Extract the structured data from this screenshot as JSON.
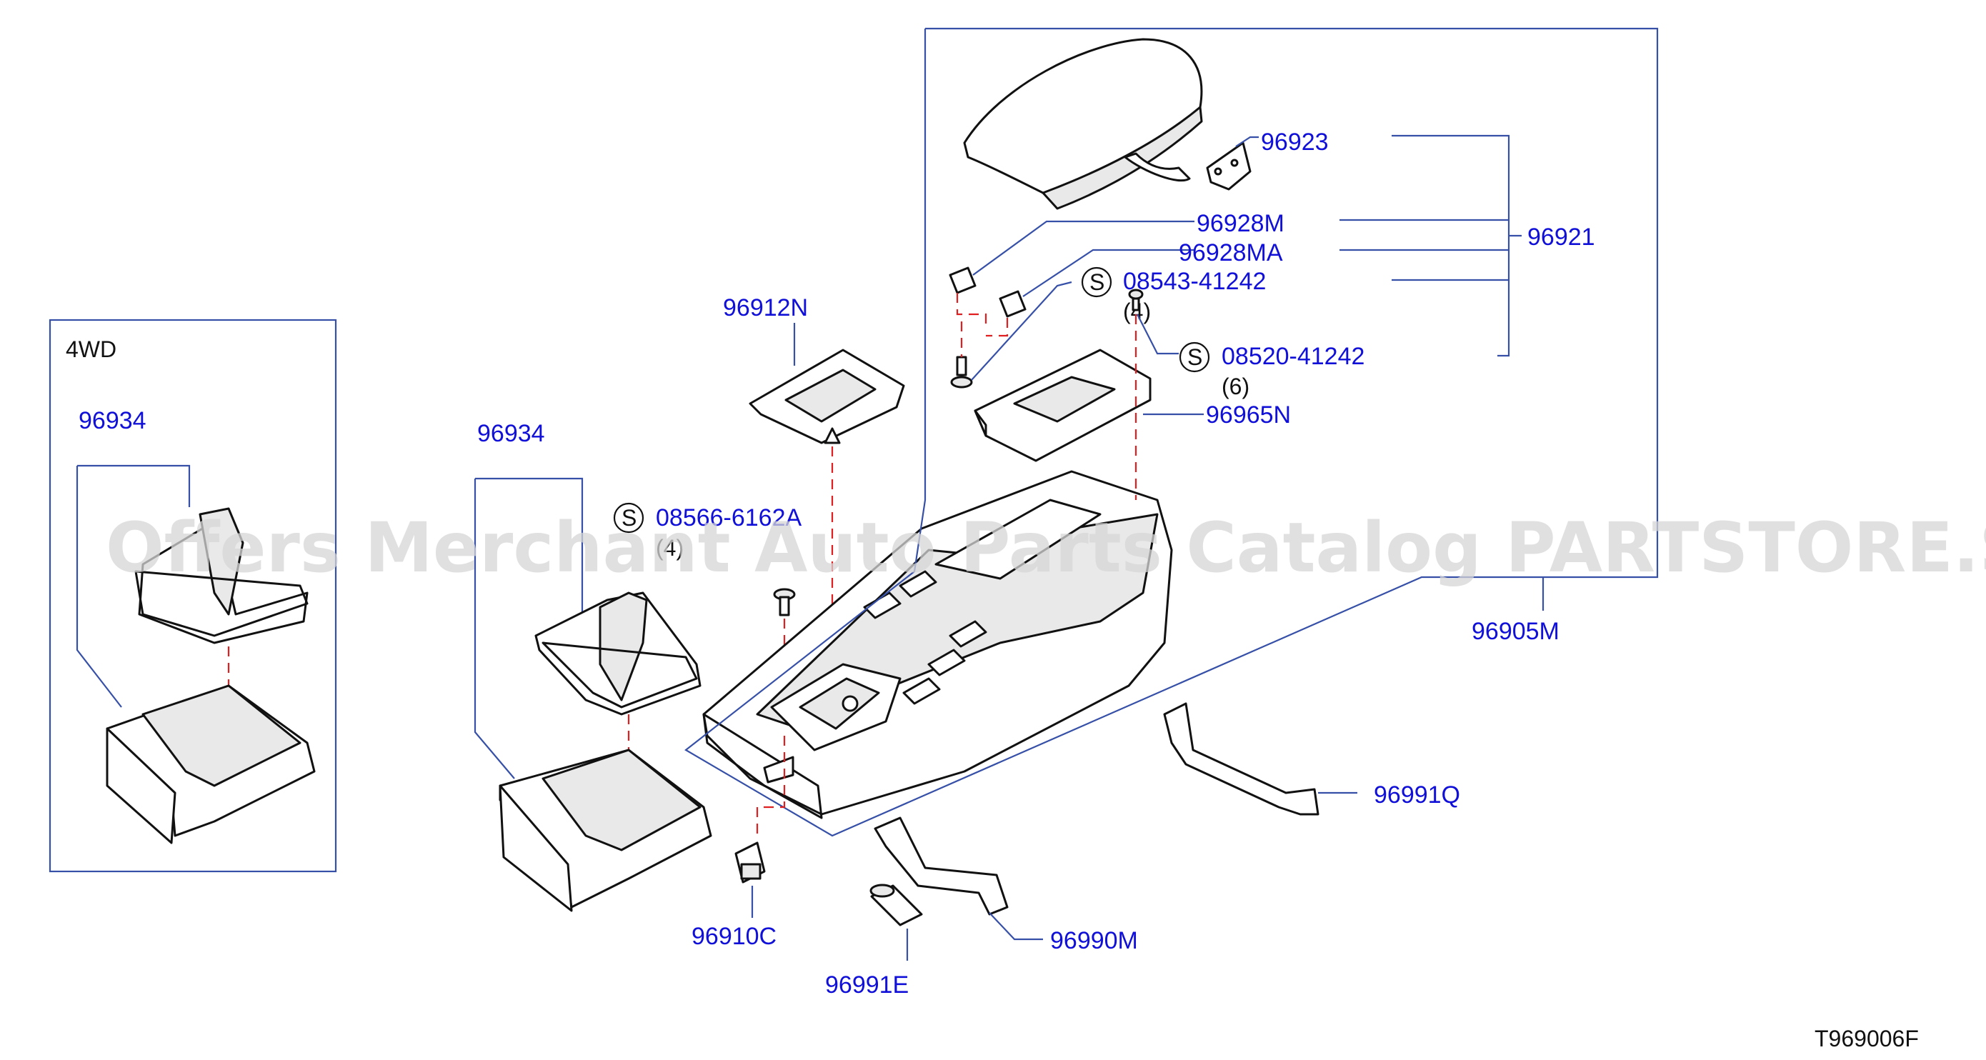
{
  "page_code": "T969006F",
  "watermark": "Offers Merchant Auto Parts Catalog PARTSTORE.SA",
  "inset": {
    "title": "4WD",
    "part": "96934"
  },
  "parts": {
    "p96934": "96934",
    "p96912N": "96912N",
    "p08566": "08566-6162A",
    "p08566_qty": "(4)",
    "p96910C": "96910C",
    "p96991E": "96991E",
    "p96990M": "96990M",
    "p96991Q": "96991Q",
    "p96905M": "96905M",
    "p96923": "96923",
    "p96921": "96921",
    "p96928M": "96928M",
    "p96928MA": "96928MA",
    "p08543": "08543-41242",
    "p08543_qty": "(4)",
    "p08520": "08520-41242",
    "p08520_qty": "(6)",
    "p96965N": "96965N"
  },
  "service_symbol": "S",
  "colors": {
    "label": "#1010d8",
    "leader": "#3650a8",
    "dash": "#e02020",
    "outline": "#111111"
  }
}
